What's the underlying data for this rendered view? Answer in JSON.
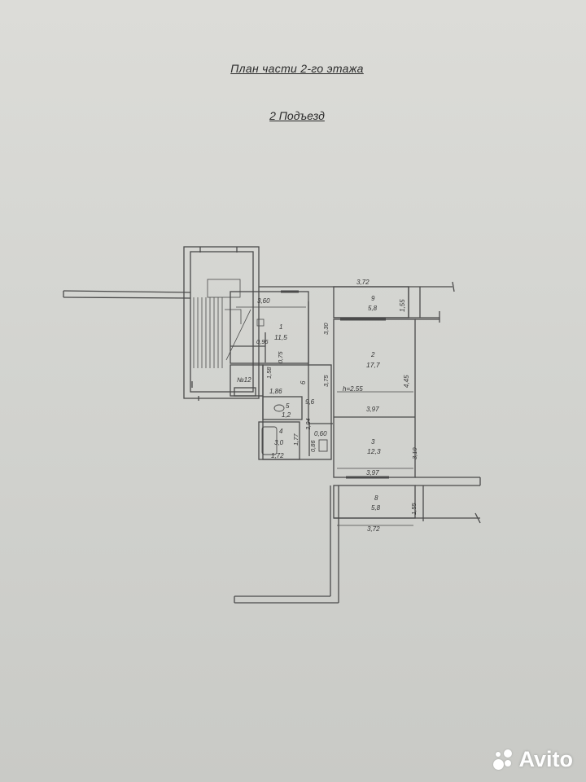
{
  "header": {
    "title": "План части 2-го этажа",
    "subtitle": "2 Подъезд"
  },
  "rooms": {
    "r1": {
      "num": "1",
      "area": "11,5"
    },
    "r2": {
      "num": "2",
      "area": "17,7"
    },
    "r3": {
      "num": "3",
      "area": "12,3"
    },
    "r4": {
      "num": "4",
      "area": "3,0"
    },
    "r5": {
      "num": "5",
      "area": "1,2"
    },
    "r6": {
      "num": "6",
      "area": "9,6"
    },
    "r8": {
      "num": "8",
      "area": "5,8"
    },
    "r9": {
      "num": "9",
      "area": "5,8"
    }
  },
  "dimensions": {
    "top_width": "3,72",
    "bottom_width": "3,72",
    "balcony_top_depth": "1,55",
    "balcony_bottom_depth": "1,55",
    "room1_width": "3,60",
    "room1_depth": "3,30",
    "room1_inner_a": "0,96",
    "room1_inner_b": "0,75",
    "room2_width": "3,97",
    "room2_depth": "4,45",
    "room3_width": "3,97",
    "room3_depth": "3,10",
    "hall_width": "1,86",
    "hall_depth": "1,58",
    "corridor_depth": "3,75",
    "room6_depth": "3,04",
    "wc_depth": "1,77",
    "bath_width": "1,72",
    "small_a": "0,86",
    "small_b": "0,60",
    "ceiling_height": "h=2.55",
    "apartment_no": "№12"
  },
  "watermark": {
    "text": "Avito"
  }
}
